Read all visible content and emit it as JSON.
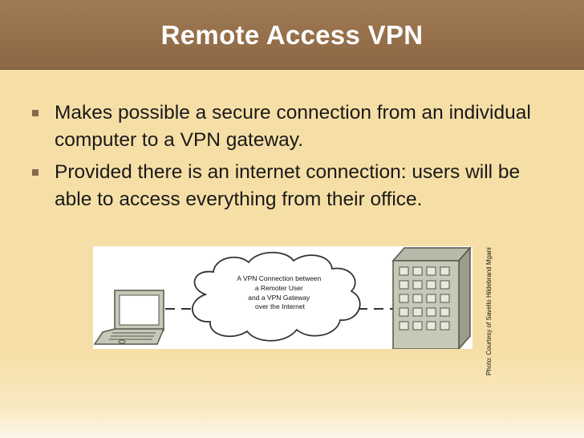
{
  "slide": {
    "title": "Remote Access VPN",
    "bullets": [
      "Makes possible a secure connection from an individual computer to a VPN gateway.",
      "Provided there is an internet connection: users will be able to access everything from their office."
    ]
  },
  "diagram": {
    "cloud_label_lines": [
      "A VPN Connection between",
      "a Remoter User",
      "and a VPN Gateway",
      "over the Internet"
    ]
  },
  "photo_credit": "Photo: Courtesy of Savello Hildebrand Mgani",
  "colors": {
    "title_bar": "#8d6743",
    "background": "#f6dfa6",
    "bullet_marker": "#8a6a4a"
  }
}
